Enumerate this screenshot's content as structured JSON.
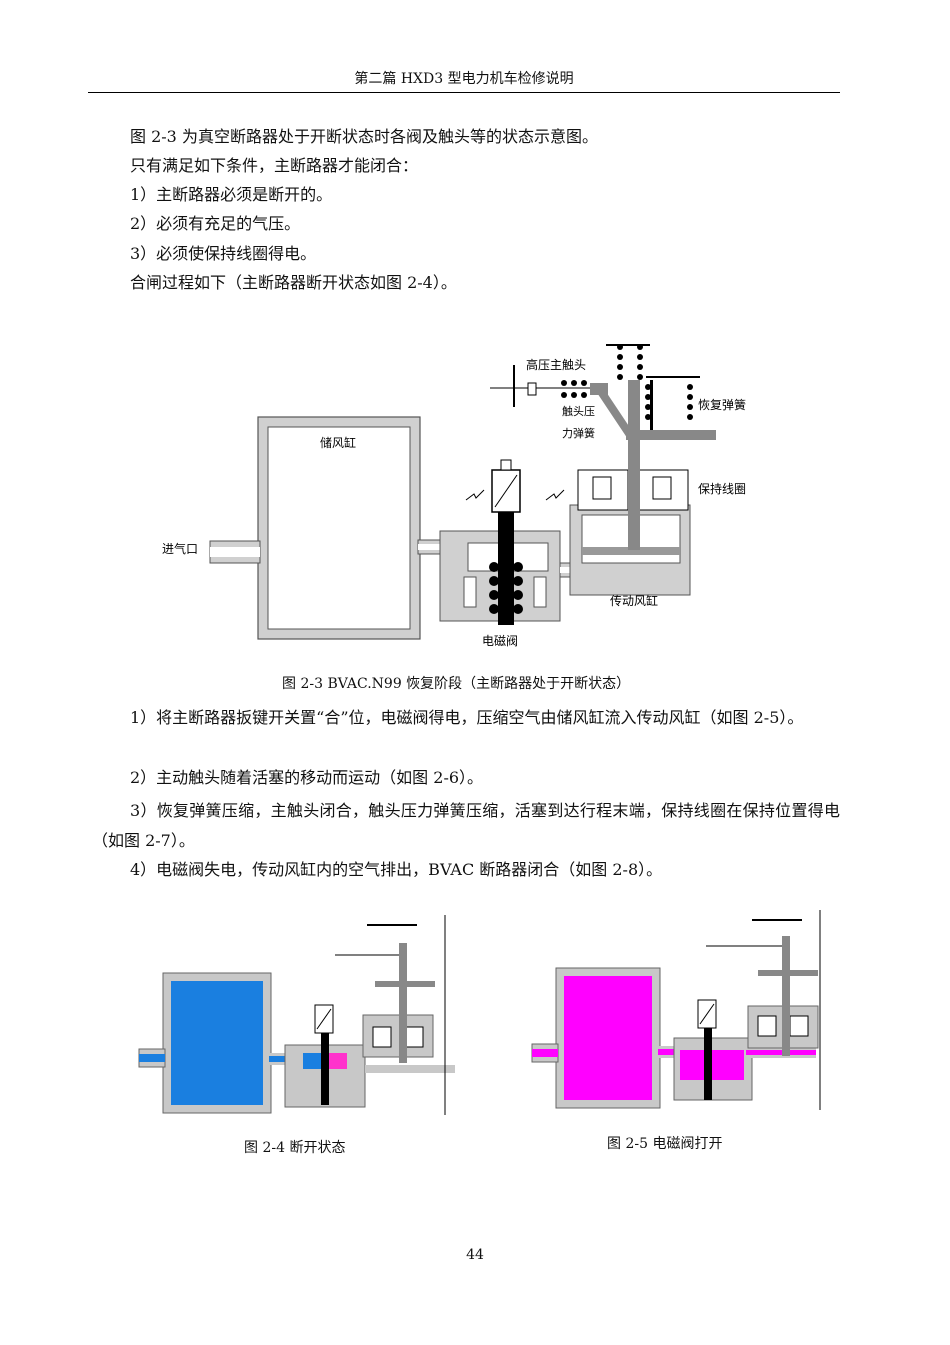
{
  "header": {
    "title": "第二篇  HXD3 型电力机车检修说明"
  },
  "intro": [
    "图 2-3 为真空断路器处于开断状态时各阀及触头等的状态示意图。",
    "只有满足如下条件，主断路器才能闭合：",
    "1）主断路器必须是断开的。",
    "2）必须有充足的气压。",
    "3）必须使保持线圈得电。",
    "合闸过程如下（主断路器断开状态如图 2-4）。"
  ],
  "figure_main": {
    "labels": {
      "high_voltage_contact": "高压主触头",
      "contact_spring": "触头压",
      "contact_spring2": "力弹簧",
      "return_spring": "恢复弹簧",
      "reservoir": "储风缸",
      "holding_coil": "保持线圈",
      "inlet": "进气口",
      "drive_cylinder": "传动风缸",
      "solenoid_valve": "电磁阀"
    },
    "caption": "图 2-3 BVAC.N99  恢复阶段（主断路器处于开断状态）"
  },
  "steps": [
    "1）将主断路器扳键开关置“合”位，电磁阀得电，压缩空气由储风缸流入传动风缸（如图 2-5）。",
    "2）主动触头随着活塞的移动而运动（如图 2-6）。",
    "3）恢复弹簧压缩，主触头闭合，触头压力弹簧压缩，活塞到达行程末端，保持线圈在保持位置得电（如图 2-7）。",
    "4）电磁阀失电，传动风缸内的空气排出，BVAC 断路器闭合（如图 2-8）。"
  ],
  "figure_left": {
    "caption": "图 2-4  断开状态",
    "fill": "#1a7fe0"
  },
  "figure_right": {
    "caption": "图 2-5  电磁阀打开",
    "fill": "#ff00ff"
  },
  "page_number": "44"
}
